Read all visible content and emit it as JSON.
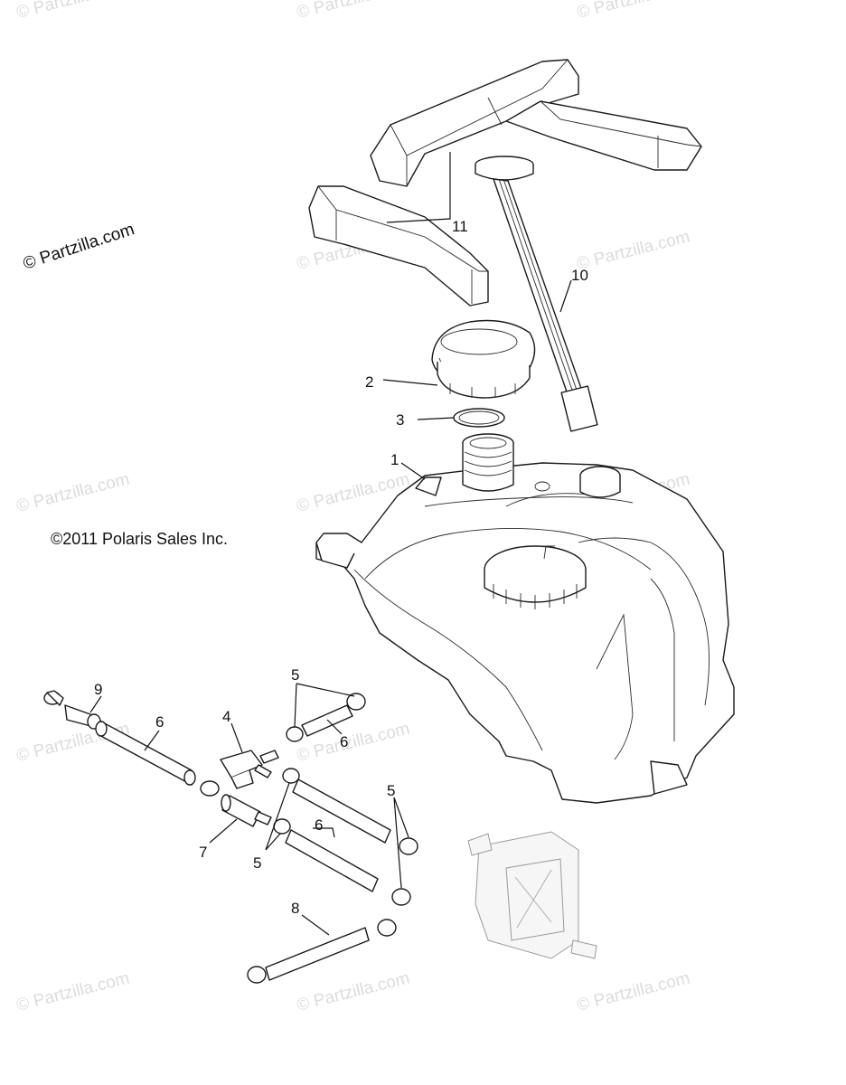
{
  "copyright": "©2011  Polaris Sales Inc.",
  "watermark_main": "© Partzilla.com",
  "watermark_repeat": "© Partzilla.com",
  "callouts": {
    "c1": "1",
    "c2": "2",
    "c3": "3",
    "c4": "4",
    "c5a": "5",
    "c5b": "5",
    "c5c": "5",
    "c6a": "6",
    "c6b": "6",
    "c6c": "6",
    "c7": "7",
    "c8": "8",
    "c9": "9",
    "c10": "10",
    "c11": "11"
  }
}
